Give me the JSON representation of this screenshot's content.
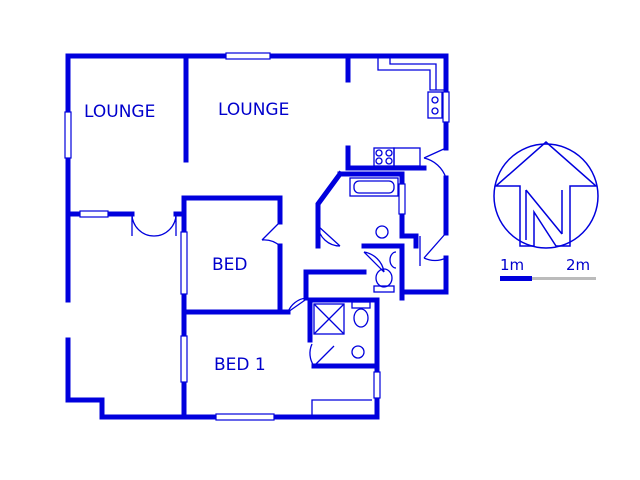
{
  "rooms": {
    "lounge_left": "LOUNGE",
    "lounge_right": "LOUNGE",
    "bed": "BED",
    "bed1": "BED 1"
  },
  "compass": {
    "letter": "N"
  },
  "scale": {
    "label_1": "1m",
    "label_2": "2m"
  },
  "colors": {
    "walls": "#0000dd",
    "scale_light": "#bbbbbb",
    "background": "#ffffff"
  }
}
